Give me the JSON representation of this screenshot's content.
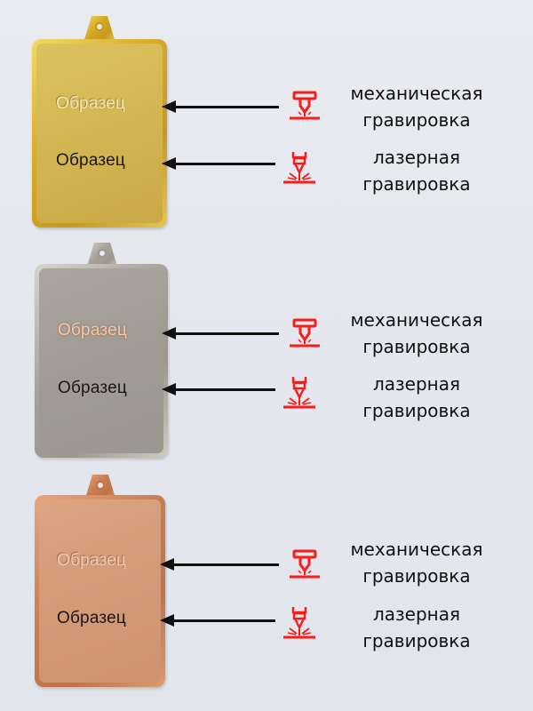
{
  "colors": {
    "background": "#e6e9ee",
    "icon_red": "#ff1a1a",
    "arrow": "#111111",
    "label_text": "#111111"
  },
  "legend": {
    "mechanical": {
      "line1": "механическая",
      "line2": "гравировка",
      "icon": "mechanical-engraving-cutter-icon"
    },
    "laser": {
      "line1": "лазерная",
      "line2": "гравировка",
      "icon": "laser-engraving-beam-icon"
    }
  },
  "plates": [
    {
      "finish": "gold",
      "mechanical_sample": "Образец",
      "laser_sample": "Образец"
    },
    {
      "finish": "silver",
      "mechanical_sample": "Образец",
      "laser_sample": "Образец"
    },
    {
      "finish": "bronze",
      "mechanical_sample": "Образец",
      "laser_sample": "Образец"
    }
  ]
}
